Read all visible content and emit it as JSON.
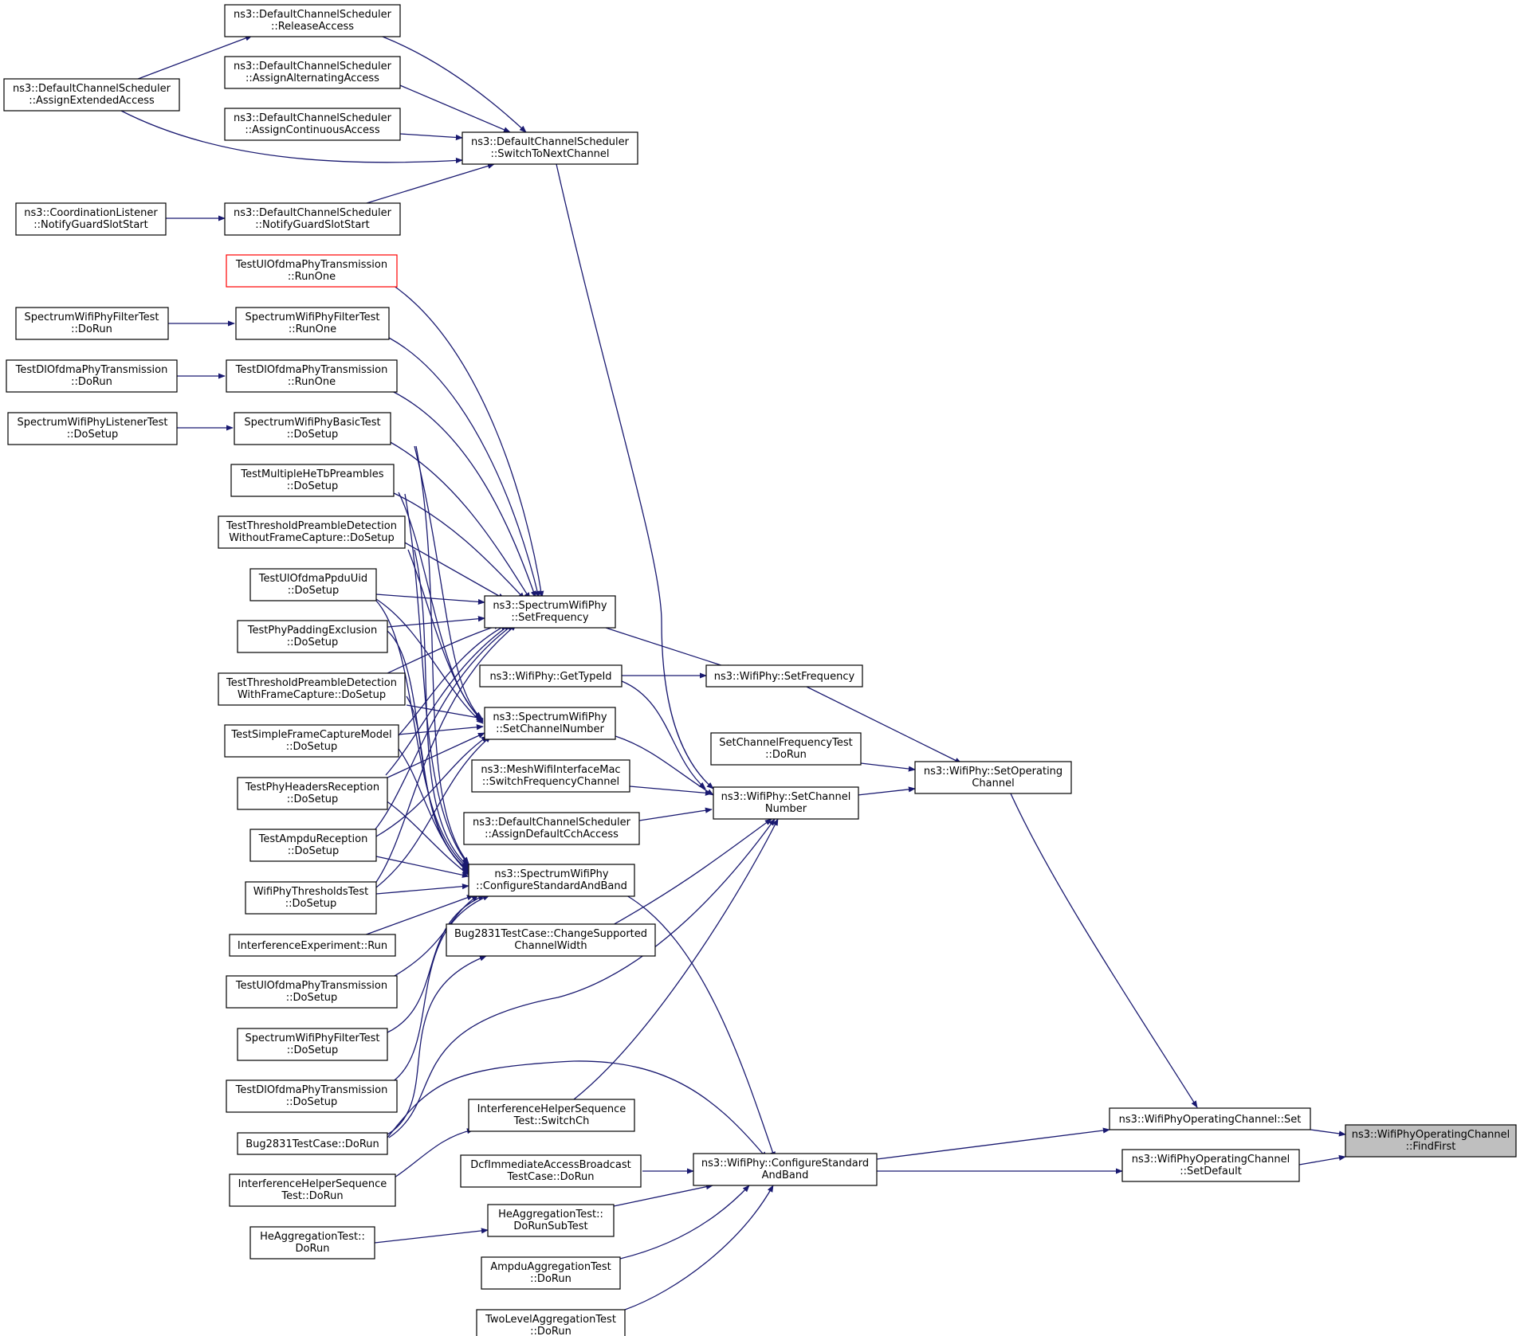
{
  "colors": {
    "edge": "#191970",
    "node_border": "#000000",
    "node_border_red": "#ff0000",
    "focus_fill": "#bfbfbf",
    "background": "#ffffff"
  },
  "nodes": {
    "n_release": [
      "ns3::DefaultChannelScheduler",
      "::ReleaseAccess"
    ],
    "n_assignalt": [
      "ns3::DefaultChannelScheduler",
      "::AssignAlternatingAccess"
    ],
    "n_assignext": [
      "ns3::DefaultChannelScheduler",
      "::AssignExtendedAccess"
    ],
    "n_assigncont": [
      "ns3::DefaultChannelScheduler",
      "::AssignContinuousAccess"
    ],
    "n_switchnext": [
      "ns3::DefaultChannelScheduler",
      "::SwitchToNextChannel"
    ],
    "n_coordlistener": [
      "ns3::CoordinationListener",
      "::NotifyGuardSlotStart"
    ],
    "n_notifyguard": [
      "ns3::DefaultChannelScheduler",
      "::NotifyGuardSlotStart"
    ],
    "n_ulofdma_runone": [
      "TestUlOfdmaPhyTransmission",
      "::RunOne"
    ],
    "n_filtertest_dorun": [
      "SpectrumWifiPhyFilterTest",
      "::DoRun"
    ],
    "n_filtertest_runone": [
      "SpectrumWifiPhyFilterTest",
      "::RunOne"
    ],
    "n_dlofdma_dorun": [
      "TestDlOfdmaPhyTransmission",
      "::DoRun"
    ],
    "n_dlofdma_runone": [
      "TestDlOfdmaPhyTransmission",
      "::RunOne"
    ],
    "n_listener_dosetup": [
      "SpectrumWifiPhyListenerTest",
      "::DoSetup"
    ],
    "n_basic_dosetup": [
      "SpectrumWifiPhyBasicTest",
      "::DoSetup"
    ],
    "n_multihe_dosetup": [
      "TestMultipleHeTbPreambles",
      "::DoSetup"
    ],
    "n_thresh_wo_dosetup": [
      "TestThresholdPreambleDetection",
      "WithoutFrameCapture::DoSetup"
    ],
    "n_ulppdu_dosetup": [
      "TestUlOfdmaPpduUid",
      "::DoSetup"
    ],
    "n_padding_dosetup": [
      "TestPhyPaddingExclusion",
      "::DoSetup"
    ],
    "n_thresh_w_dosetup": [
      "TestThresholdPreambleDetection",
      "WithFrameCapture::DoSetup"
    ],
    "n_simplecap_dosetup": [
      "TestSimpleFrameCaptureModel",
      "::DoSetup"
    ],
    "n_headers_dosetup": [
      "TestPhyHeadersReception",
      "::DoSetup"
    ],
    "n_ampdurecv_dosetup": [
      "TestAmpduReception",
      "::DoSetup"
    ],
    "n_thresholds_dosetup": [
      "WifiPhyThresholdsTest",
      "::DoSetup"
    ],
    "n_interfexp_run": [
      "InterferenceExperiment::Run"
    ],
    "n_ulofdma_dosetup": [
      "TestUlOfdmaPhyTransmission",
      "::DoSetup"
    ],
    "n_filtertest_dosetup": [
      "SpectrumWifiPhyFilterTest",
      "::DoSetup"
    ],
    "n_dlofdma_dosetup": [
      "TestDlOfdmaPhyTransmission",
      "::DoSetup"
    ],
    "n_bug_dorun": [
      "Bug2831TestCase::DoRun"
    ],
    "n_interfhelper_dorun": [
      "InterferenceHelperSequence",
      "Test::DoRun"
    ],
    "n_heagg_dorun": [
      "HeAggregationTest::",
      "DoRun"
    ],
    "n_swp_setfreq": [
      "ns3::SpectrumWifiPhy",
      "::SetFrequency"
    ],
    "n_wp_gettypeid": [
      "ns3::WifiPhy::GetTypeId"
    ],
    "n_swp_setchnum": [
      "ns3::SpectrumWifiPhy",
      "::SetChannelNumber"
    ],
    "n_mesh_switch": [
      "ns3::MeshWifiInterfaceMac",
      "::SwitchFrequencyChannel"
    ],
    "n_assigndefault": [
      "ns3::DefaultChannelScheduler",
      "::AssignDefaultCchAccess"
    ],
    "n_swp_configure": [
      "ns3::SpectrumWifiPhy",
      "::ConfigureStandardAndBand"
    ],
    "n_bug_changewidth": [
      "Bug2831TestCase::ChangeSupported",
      "ChannelWidth"
    ],
    "n_interfhelper_switch": [
      "InterferenceHelperSequence",
      "Test::SwitchCh"
    ],
    "n_dcfimmediate_dorun": [
      "DcfImmediateAccessBroadcast",
      "TestCase::DoRun"
    ],
    "n_heagg_subtest": [
      "HeAggregationTest::",
      "DoRunSubTest"
    ],
    "n_ampduagg_dorun": [
      "AmpduAggregationTest",
      "::DoRun"
    ],
    "n_twolevel_dorun": [
      "TwoLevelAggregationTest",
      "::DoRun"
    ],
    "n_wp_setfreq": [
      "ns3::WifiPhy::SetFrequency"
    ],
    "n_setchfreq_dorun": [
      "SetChannelFrequencyTest",
      "::DoRun"
    ],
    "n_wp_setchnum": [
      "ns3::WifiPhy::SetChannel",
      "Number"
    ],
    "n_wp_configure": [
      "ns3::WifiPhy::ConfigureStandard",
      "AndBand"
    ],
    "n_wp_setopch": [
      "ns3::WifiPhy::SetOperating",
      "Channel"
    ],
    "n_opch_set": [
      "ns3::WifiPhyOperatingChannel::Set"
    ],
    "n_opch_setdefault": [
      "ns3::WifiPhyOperatingChannel",
      "::SetDefault"
    ],
    "n_opch_findfirst": [
      "ns3::WifiPhyOperatingChannel",
      "::FindFirst"
    ]
  }
}
